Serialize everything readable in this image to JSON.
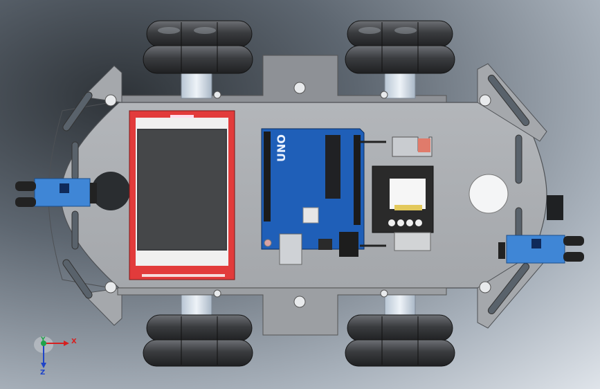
{
  "scene": {
    "arduino": {
      "logo_text": "UNO"
    },
    "triad": {
      "x_label": "X",
      "y_label": "Y",
      "z_label": "Z"
    }
  },
  "colors": {
    "chassis": "#a9acb0",
    "wheel_dark": "#3b3d40",
    "pcb_blue": "#1f5fb8",
    "lcd_frame": "#e23b3b",
    "sensor_blue": "#3f86d6"
  }
}
